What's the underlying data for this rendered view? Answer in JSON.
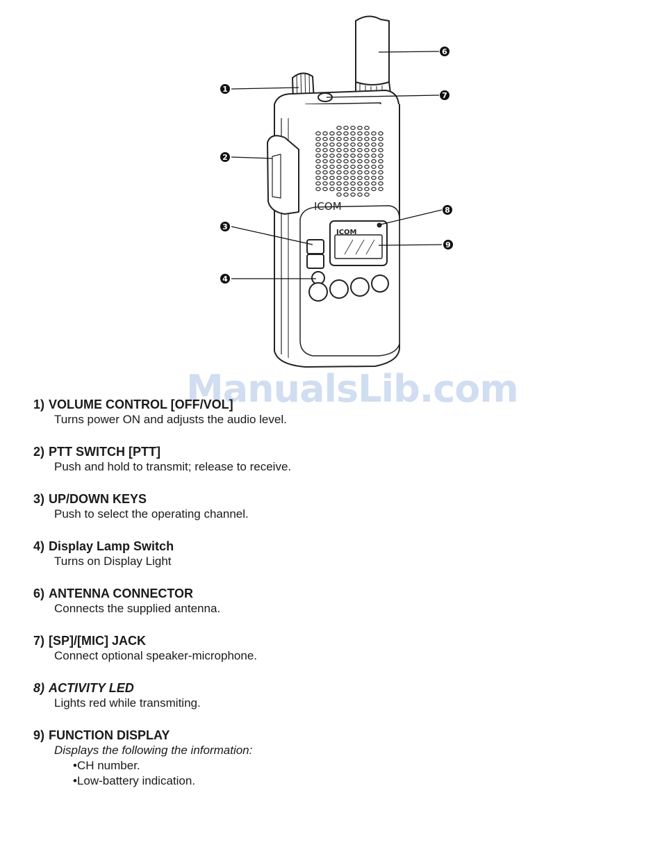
{
  "watermark": "ManualsLib.com",
  "callouts": [
    "1",
    "2",
    "3",
    "4",
    "6",
    "7",
    "8",
    "9"
  ],
  "radio_branding": {
    "body_logo": "ICOM",
    "display_logo": "ICOM"
  },
  "items": [
    {
      "num": "1)",
      "title": "VOLUME CONTROL [OFF/VOL]",
      "desc": "Turns power ON and adjusts the audio level."
    },
    {
      "num": "2)",
      "title": "PTT SWITCH [PTT]",
      "desc": "Push and hold to transmit; release to receive."
    },
    {
      "num": "3)",
      "title": "UP/DOWN KEYS",
      "desc": "Push to select the operating channel."
    },
    {
      "num": "4)",
      "title": "Display Lamp Switch",
      "desc": "Turns on Display Light"
    },
    {
      "num": "6)",
      "title": "ANTENNA CONNECTOR",
      "desc": "Connects the supplied antenna."
    },
    {
      "num": "7)",
      "title": "[SP]/[MIC] JACK",
      "desc": "Connect optional speaker-microphone."
    },
    {
      "num": "8)",
      "title": "ACTIVITY LED",
      "desc": "Lights red while transmiting."
    },
    {
      "num": "9)",
      "title": "FUNCTION DISPLAY",
      "desc": "Displays the following the information:",
      "bullets": [
        "CH number.",
        "Low-battery indication."
      ]
    }
  ]
}
